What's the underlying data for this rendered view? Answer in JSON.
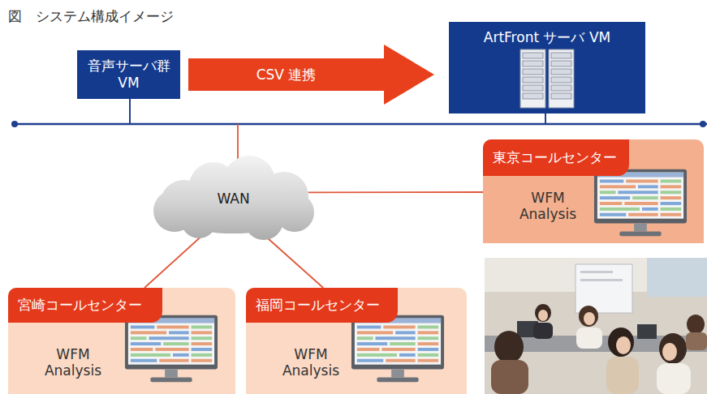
{
  "diagram": {
    "title": "図　システム構成イメージ",
    "nodes": [
      {
        "text": [
          "音声サーバ群 VM"
        ]
      },
      {
        "text": [
          "ArtFront サーバ VM"
        ]
      },
      {
        "text": [
          "WAN"
        ]
      },
      {
        "text": [
          "WFM Analysis"
        ]
      },
      {
        "text": [
          "東京コールセンター"
        ],
        "in": 3
      },
      {
        "text": [
          "WFM Analysis"
        ]
      },
      {
        "text": [
          "宮崎コールセンター"
        ],
        "in": 5
      },
      {
        "text": [
          "WFM Analysis"
        ]
      },
      {
        "text": [
          "福岡コールセンター"
        ],
        "in": 7
      }
    ],
    "edges": [
      {
        "from": 0,
        "to": 1,
        "label": "CSV 連携",
        "arrow": "to"
      },
      {
        "from": 2,
        "to": 3,
        "arrow": "none"
      },
      {
        "from": 2,
        "to": 5,
        "arrow": "none"
      },
      {
        "from": 2,
        "to": 7,
        "arrow": "none"
      }
    ]
  }
}
